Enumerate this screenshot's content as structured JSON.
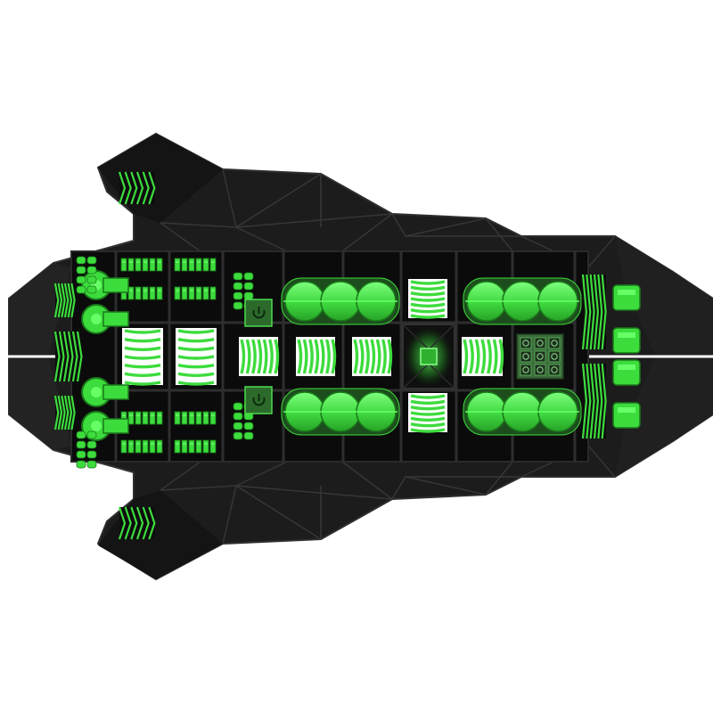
{
  "scene": {
    "subject": "ship-top-down",
    "symmetry": "mirrored-vertical",
    "orientation": "nose-right"
  },
  "colors": {
    "background": "#ffffff",
    "hull_dark": "#151515",
    "hull_mid": "#242424",
    "hull_line": "#3a3a3a",
    "interior": "#0a0a0a",
    "module_green": "#3ddc3d",
    "module_bright": "#66ff66",
    "module_dark": "#1a7a1a",
    "glow": "#88ff88",
    "core_green": "#2fb02f"
  },
  "module_icons": {
    "reactor_core": "reactor-core-icon",
    "power_node": "power-symbol-icon",
    "cargo_pod": "cargo-pod-icon",
    "vent_grille": "vent-grille-icon",
    "fin": "fin-grille-icon",
    "thruster": "thruster-icon"
  }
}
